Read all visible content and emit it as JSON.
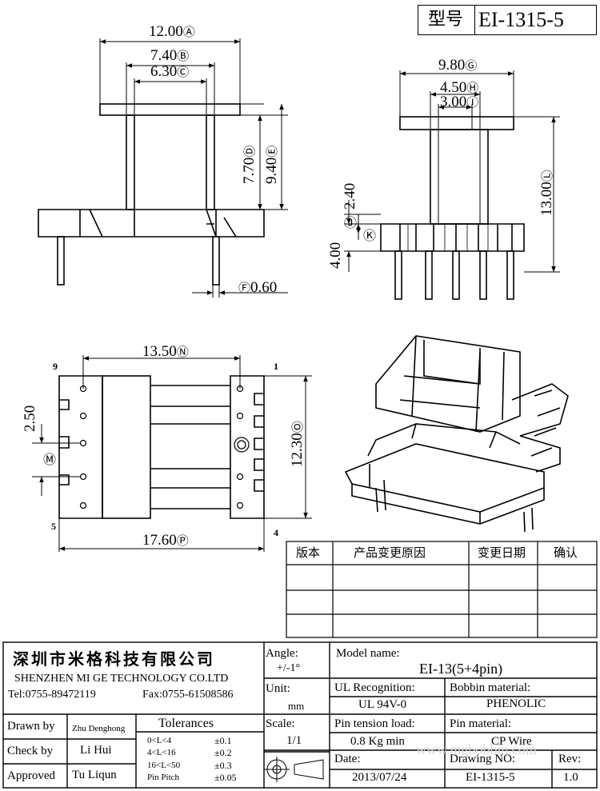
{
  "header": {
    "type_label": "型号",
    "part_number": "EI-1315-5"
  },
  "dimensions": {
    "A": "12.00",
    "B": "7.40",
    "C": "6.30",
    "D": "7.70",
    "E": "9.40",
    "F": "0.60",
    "G": "9.80",
    "H": "4.50",
    "I": "3.00",
    "J": "2.40",
    "K": "4.00",
    "L": "13.00",
    "M": "2.50",
    "N": "13.50",
    "O": "12.30",
    "P": "17.60"
  },
  "dim_letters": {
    "A": "Ⓐ",
    "B": "Ⓑ",
    "C": "Ⓒ",
    "D": "Ⓓ",
    "E": "Ⓔ",
    "F": "Ⓕ",
    "G": "Ⓖ",
    "H": "Ⓗ",
    "I": "Ⓘ",
    "J": "Ⓙ",
    "K": "Ⓚ",
    "L": "Ⓛ",
    "M": "Ⓜ",
    "N": "Ⓝ",
    "O": "Ⓞ",
    "P": "Ⓟ"
  },
  "pins": {
    "p9": "9",
    "p1": "1",
    "p5": "5",
    "p4": "4"
  },
  "revision_table": {
    "headers": [
      "版本",
      "产品变更原因",
      "变更日期",
      "确认"
    ]
  },
  "watermark": {
    "text": "深圳市米格科技有限公司",
    "url": "www.mgbobbin.com"
  },
  "company": {
    "name_cn": "深圳市米格科技有限公司",
    "name_en": "SHENZHEN  MI GE TECHNOLOGY  CO.LTD",
    "tel": "Tel:0755-89472119",
    "fax": "Fax:0755-61508586"
  },
  "signoff": [
    {
      "label": "Drawn by",
      "name": "Zhu Denghong"
    },
    {
      "label": "Check by",
      "name": "Li Hui"
    },
    {
      "label": "Approved",
      "name": "Tu Liqun"
    }
  ],
  "tolerances": {
    "title": "Tolerances",
    "rows": [
      {
        "range": "0<L<4",
        "value": "±0.1"
      },
      {
        "range": "4<L<16",
        "value": "±0.2"
      },
      {
        "range": "16<L<50",
        "value": "±0.3"
      },
      {
        "range": "Pin Pitch",
        "value": "±0.05"
      }
    ]
  },
  "angle": {
    "label": "Angle:",
    "value": "+/-1°"
  },
  "unit": {
    "label": "Unit:",
    "value": "mm"
  },
  "scale": {
    "label": "Scale:",
    "value": "1/1"
  },
  "model": {
    "label": "Model name:",
    "value": "EI-13(5+4pin)"
  },
  "ul": {
    "label": "UL Recognition:",
    "value": "UL 94V-0"
  },
  "bobbin_material": {
    "label": "Bobbin material:",
    "value": "PHENOLIC"
  },
  "pin_tension": {
    "label": "Pin tension load:",
    "value": "0.8 Kg min"
  },
  "pin_material": {
    "label": "Pin material:",
    "value": "CP Wire"
  },
  "date": {
    "label": "Date:",
    "value": "2013/07/24"
  },
  "drawing_no": {
    "label": "Drawing NO:",
    "value": "EI-1315-5"
  },
  "rev": {
    "label": "Rev:",
    "value": "1.0"
  }
}
